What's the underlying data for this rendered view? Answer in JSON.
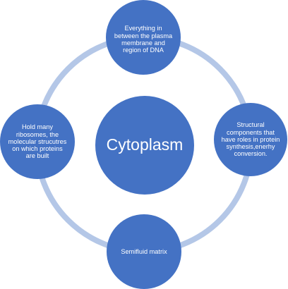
{
  "colors": {
    "node_fill": "#4472c4",
    "ring_stroke": "#b4c7e7",
    "text": "#ffffff"
  },
  "diagram": {
    "center": {
      "label": "Cytoplasm"
    },
    "nodes": {
      "top": "Everything in between the plasma membrane and region of DNA",
      "right": "Structural components that have roles in protein synthesis,enerhy conversion.",
      "bottom": "Semifluid matrix",
      "left": "Hold many ribosomes, the molecular strucutres on which proteins are built"
    }
  }
}
